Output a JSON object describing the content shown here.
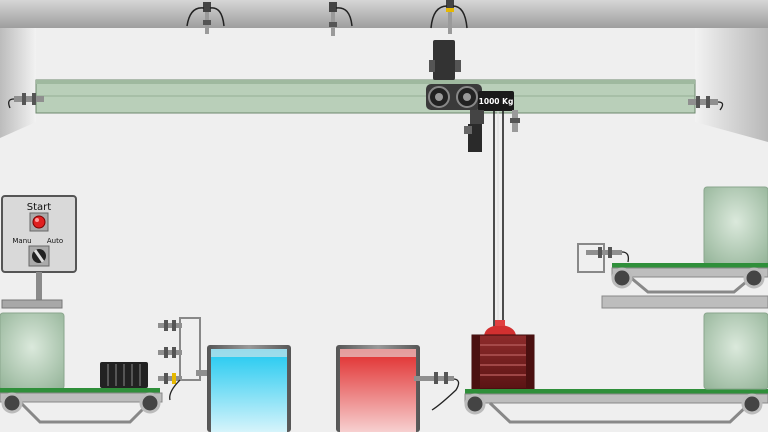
{
  "panel": {
    "start_label": "Start",
    "manu_label": "Manu",
    "auto_label": "Auto"
  },
  "crane": {
    "capacity_label": "1000 Kg"
  },
  "colors": {
    "rail": "#b9cfb9",
    "belt": "#2f8f3a",
    "blue_tank": "#35d0f2",
    "red_tank": "#e23a3a",
    "crate": "#7a2020",
    "start_button": "#e02020",
    "box": "#b3cdb6"
  },
  "icons": {
    "start_button": "red-push-button-icon",
    "mode_switch": "rotary-selector-icon",
    "sensor": "proximity-sensor-icon"
  }
}
